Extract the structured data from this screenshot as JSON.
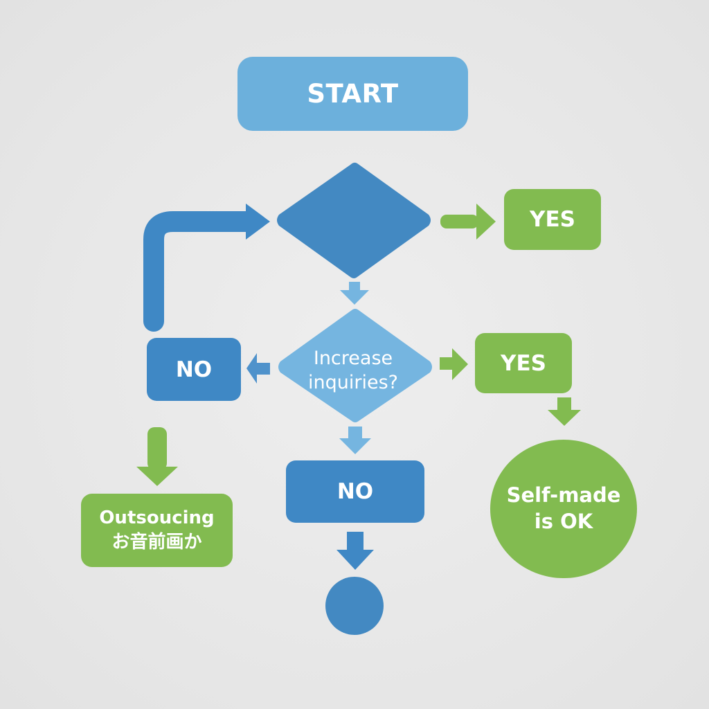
{
  "nodes": {
    "start": "START",
    "yes_top": "YES",
    "decision_question_line1": "Increase",
    "decision_question_line2": "inquiries?",
    "no_left": "NO",
    "yes_mid": "YES",
    "no_center": "NO",
    "outsourcing_line1": "Outsoucing",
    "outsourcing_line2": "お音前画か",
    "selfmade_line1": "Self-made",
    "selfmade_line2": "is OK"
  },
  "colors": {
    "light_blue": "#6cb0dc",
    "mid_blue": "#3f88c5",
    "diamond_dark_blue": "#4389c2",
    "diamond_light_blue": "#75b5e0",
    "green": "#82bb50",
    "background": "#e9e9e9"
  }
}
